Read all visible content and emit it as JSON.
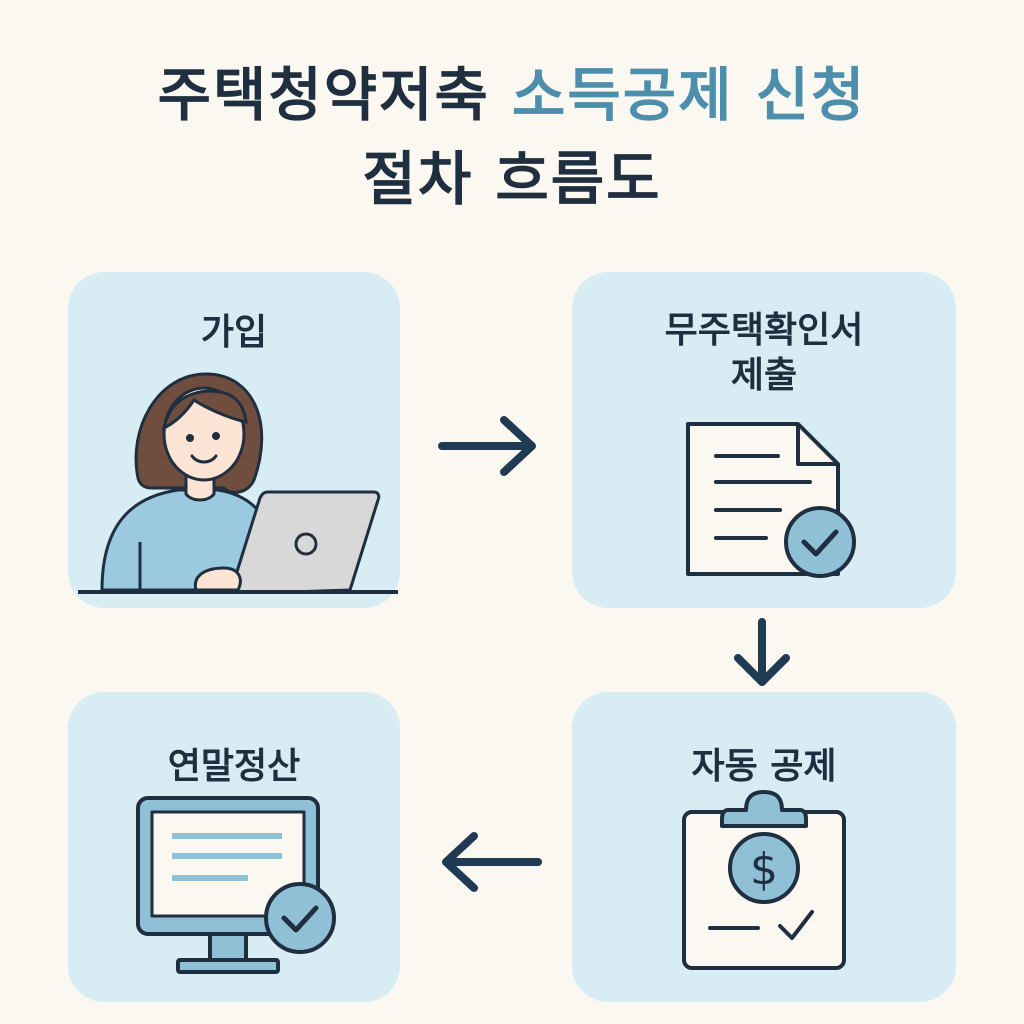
{
  "title": {
    "line1_part1": "주택청약저축 ",
    "line1_accent": "소득공제 신청",
    "line2": "절차 흐름도"
  },
  "steps": [
    {
      "label": "가입",
      "icon": "person-with-laptop-icon"
    },
    {
      "label_line1": "무주택확인서",
      "label_line2": "제출",
      "icon": "document-check-icon"
    },
    {
      "label": "자동 공제",
      "icon": "clipboard-dollar-icon"
    },
    {
      "label": "연말정산",
      "icon": "monitor-check-icon"
    }
  ],
  "colors": {
    "background": "#fbf8f1",
    "card": "#d8ecf3",
    "accent": "#4d8eac",
    "text": "#1f2f3f"
  }
}
